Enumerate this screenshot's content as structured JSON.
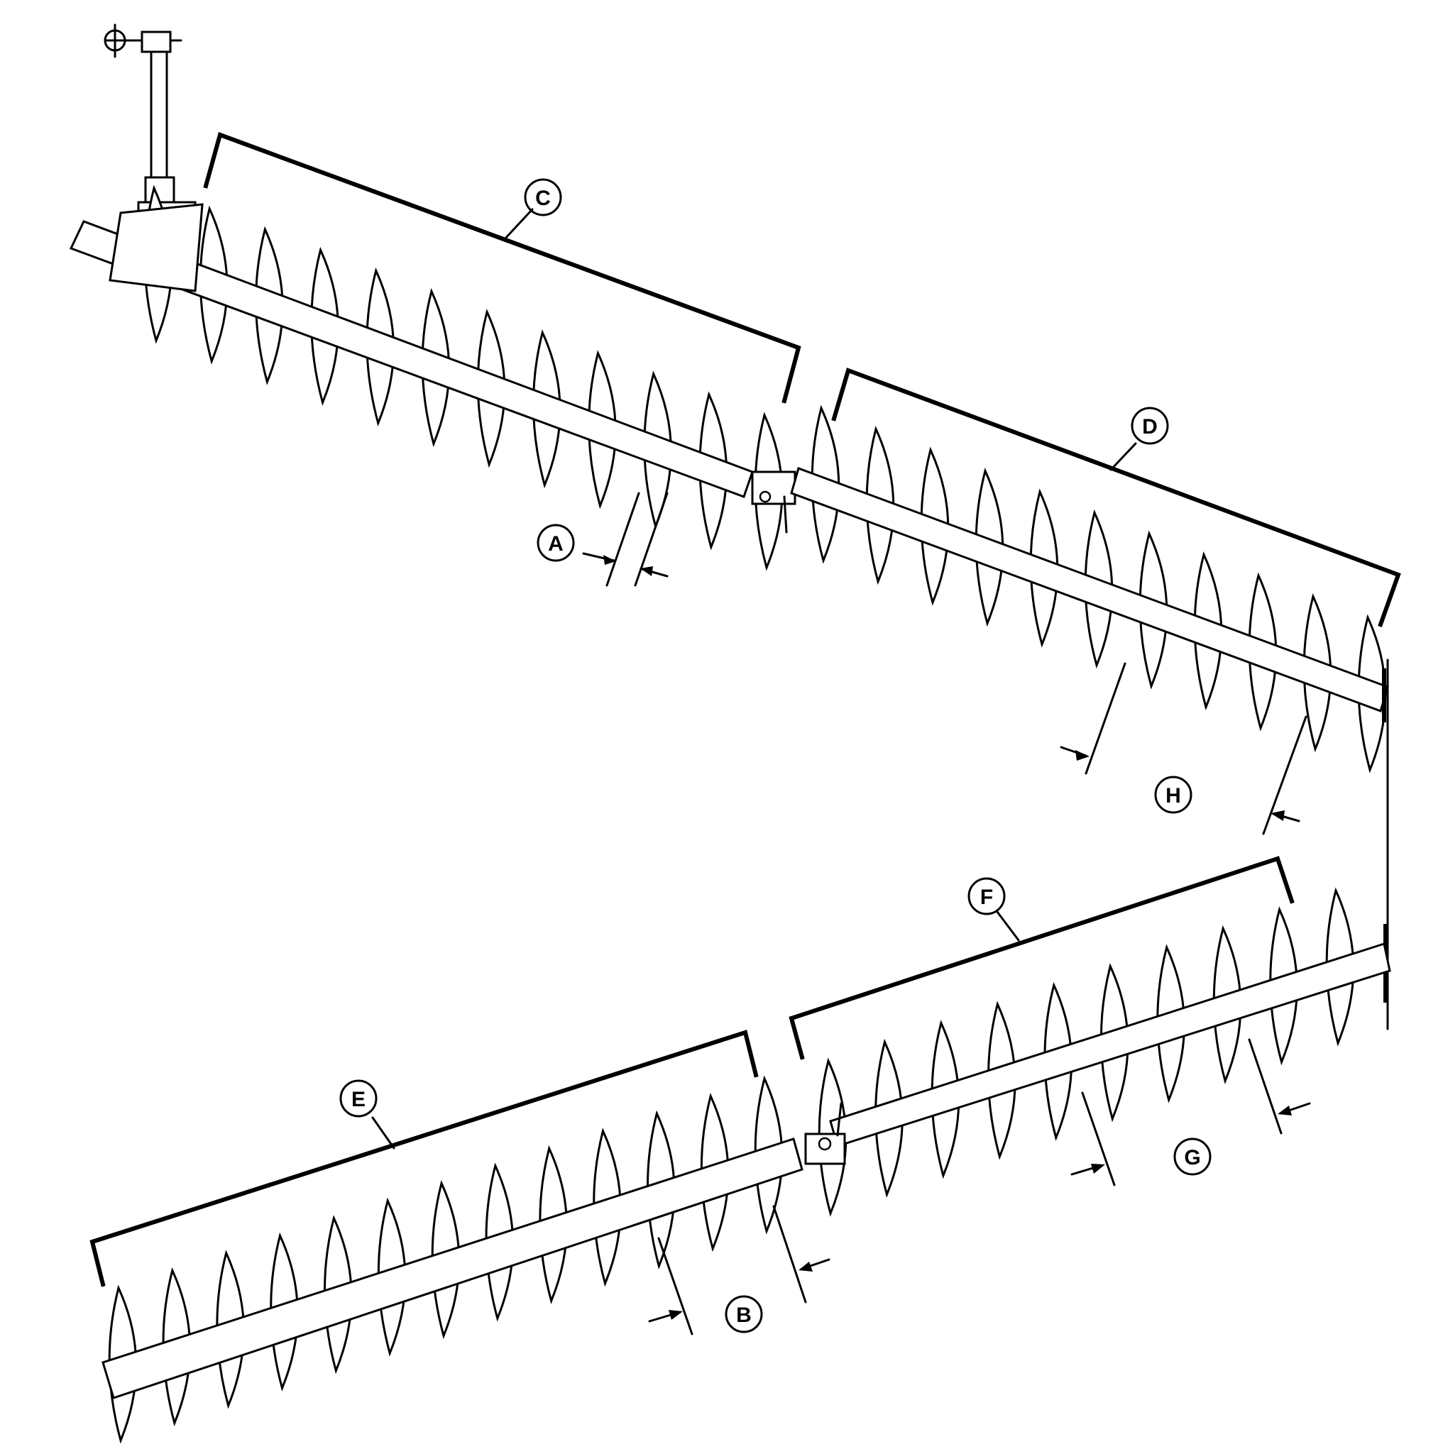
{
  "colors": {
    "line": "#000000",
    "background": "#ffffff"
  },
  "callouts": [
    {
      "id": "A",
      "label": "A"
    },
    {
      "id": "B",
      "label": "B"
    },
    {
      "id": "C",
      "label": "C"
    },
    {
      "id": "D",
      "label": "D"
    },
    {
      "id": "E",
      "label": "E"
    },
    {
      "id": "F",
      "label": "F"
    },
    {
      "id": "G",
      "label": "G"
    },
    {
      "id": "H",
      "label": "H"
    }
  ]
}
